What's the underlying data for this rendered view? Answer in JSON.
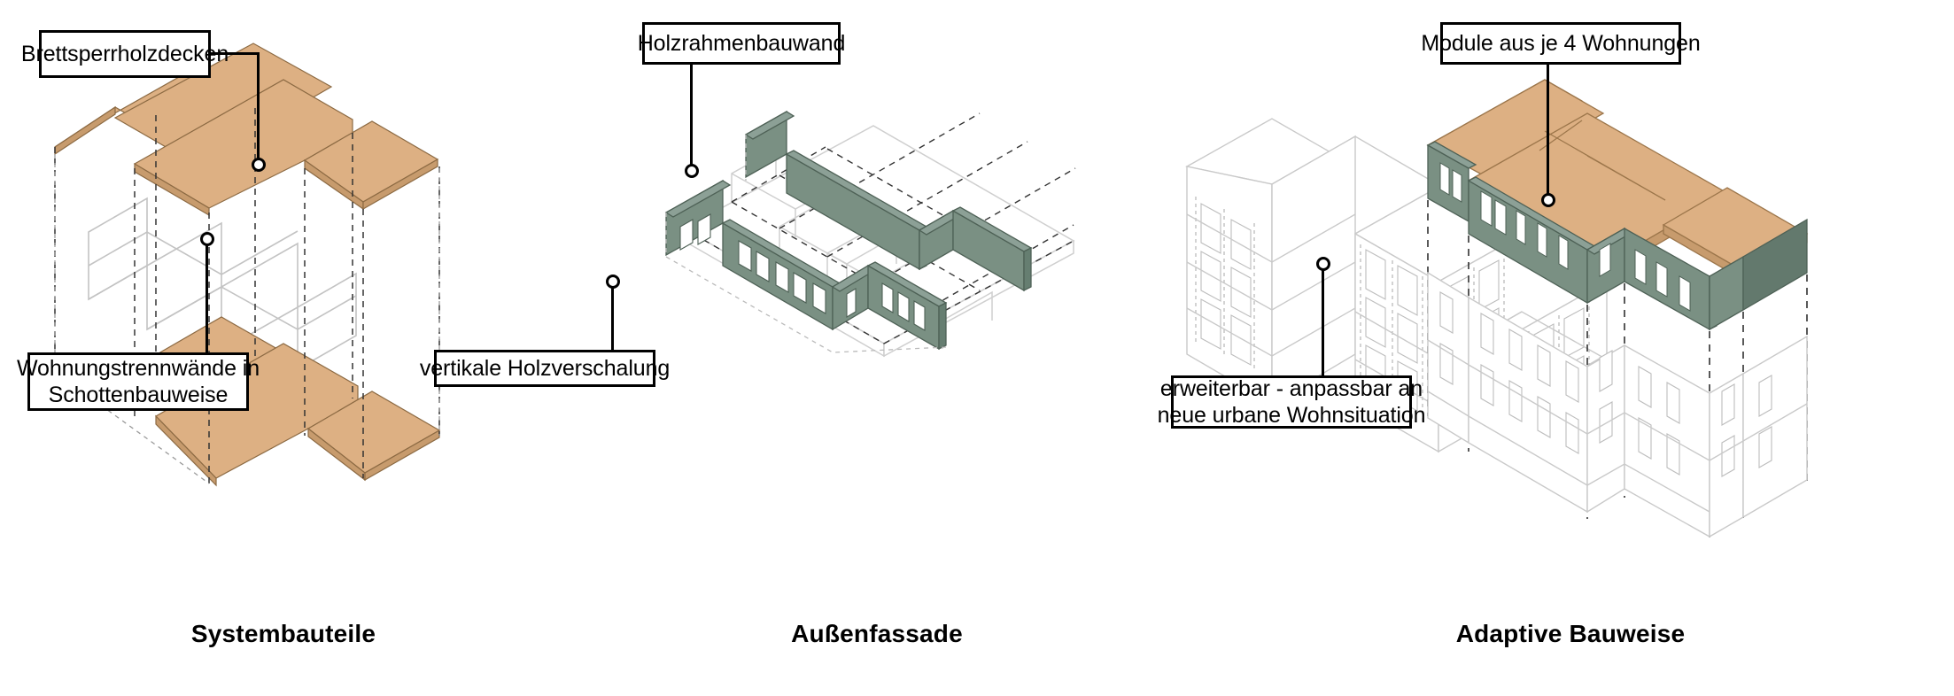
{
  "document": {
    "kind": "architectural-isometric-diagram",
    "language": "de",
    "background_color": "#ffffff"
  },
  "colors": {
    "wood_clt": "#DDB083",
    "wood_clt_edge": "#B5854F",
    "wood_clt_side": "#C79B6D",
    "timber_green": "#7A9083",
    "timber_green_dark": "#61786B",
    "timber_green_light": "#8CA096",
    "outline": "#000000",
    "ghost_line": "#BDBDBD",
    "dash_line": "#444444"
  },
  "panels": [
    {
      "id": "systembauteile",
      "caption": "Systembauteile",
      "callouts": [
        {
          "id": "brettsperrholzdecken",
          "text": "Brettsperrholzdecken",
          "lines": [
            "Brettsperrholzdecken"
          ]
        },
        {
          "id": "wohnungstrennwaende",
          "text": "Wohnungstrennwände in Schottenbauweise",
          "lines": [
            "Wohnungstrennwände in",
            "Schottenbauweise"
          ]
        }
      ]
    },
    {
      "id": "aussenfassade",
      "caption": "Außenfassade",
      "callouts": [
        {
          "id": "holzrahmenbauwand",
          "text": "Holzrahmenbauwand",
          "lines": [
            "Holzrahmenbauwand"
          ]
        },
        {
          "id": "vertikale-holzverschalung",
          "text": "vertikale Holzverschalung",
          "lines": [
            "vertikale Holzverschalung"
          ]
        }
      ]
    },
    {
      "id": "adaptive-bauweise",
      "caption": "Adaptive Bauweise",
      "callouts": [
        {
          "id": "module-4-wohnungen",
          "text": "Module aus je 4 Wohnungen",
          "lines": [
            "Module aus je 4 Wohnungen"
          ]
        },
        {
          "id": "erweiterbar",
          "text": "erweiterbar - anpassbar an neue urbane Wohnsituation",
          "lines": [
            "erweiterbar - anpassbar an",
            "neue urbane Wohnsituation"
          ]
        }
      ]
    }
  ]
}
